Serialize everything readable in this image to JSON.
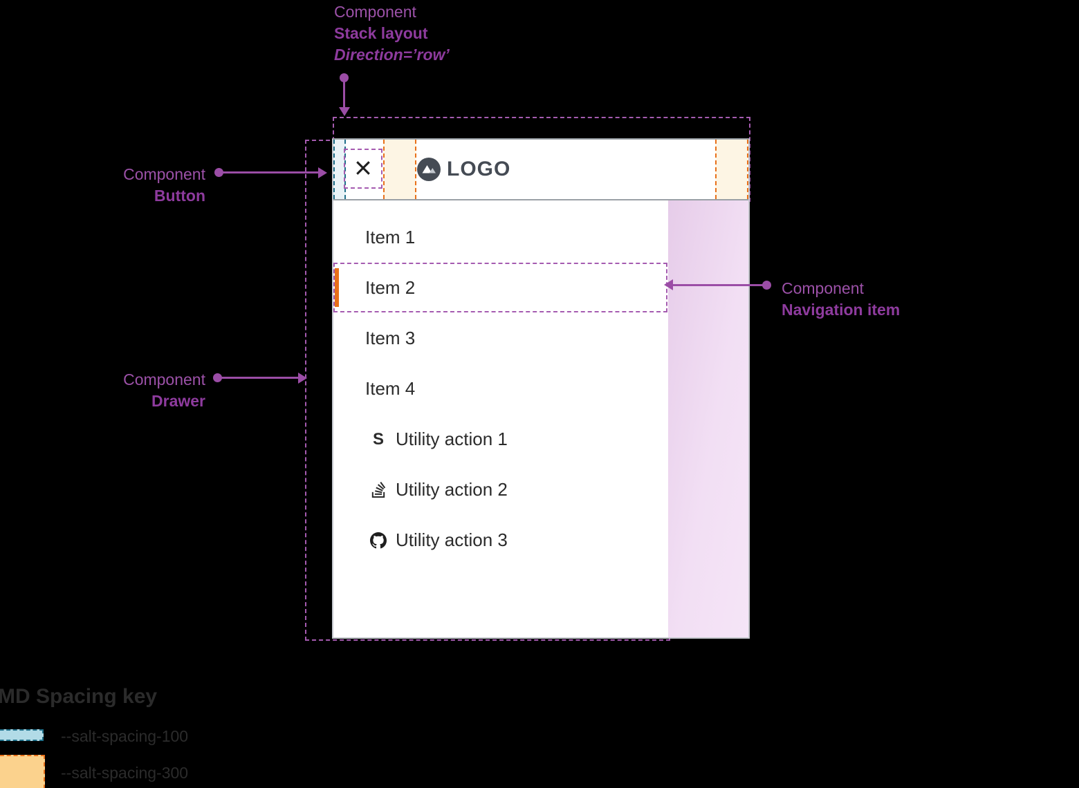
{
  "annotations": {
    "stack_layout": {
      "component": "Component",
      "name": "Stack layout",
      "detail": "Direction=’row’"
    },
    "button": {
      "component": "Component",
      "name": "Button"
    },
    "drawer": {
      "component": "Component",
      "name": "Drawer"
    },
    "navigation_item": {
      "component": "Component",
      "name": "Navigation item"
    }
  },
  "drawer": {
    "logo": "LOGO",
    "items": [
      "Item 1",
      "Item 2",
      "Item 3",
      "Item 4"
    ],
    "active_item": "Item 2",
    "utilities": [
      {
        "icon": "symphony-icon",
        "glyph": "S",
        "label": "Utility action 1"
      },
      {
        "icon": "stackoverflow-icon",
        "label": "Utility action 2"
      },
      {
        "icon": "github-icon",
        "label": "Utility action 3"
      }
    ]
  },
  "spacing_key": {
    "title": "MD Spacing key",
    "entries": [
      {
        "token": "--salt-spacing-100",
        "border": "#20708a",
        "fill": "#b2dbe7"
      },
      {
        "token": "--salt-spacing-300",
        "border": "#e8701a",
        "fill": "#fbd28d"
      }
    ]
  },
  "colors": {
    "annotation_purple": "#9c51a8",
    "annotation_purple_bold": "#8e3b9e",
    "dash_purple": "#a55bb0",
    "active_indicator": "#e8701a",
    "logo_slate": "#454b54",
    "scrim_pink": "#e6cce9"
  }
}
